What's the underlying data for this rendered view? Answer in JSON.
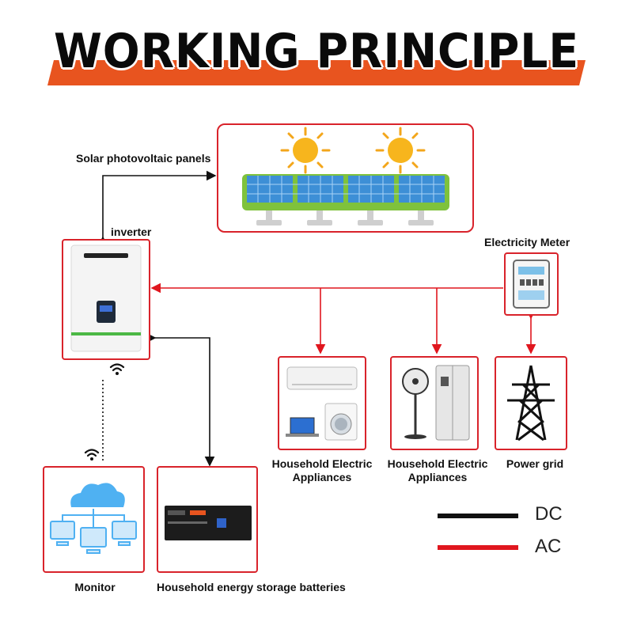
{
  "title": "WORKING PRINCIPLE",
  "labels": {
    "solar": "Solar photovoltaic panels",
    "inverter": "inverter",
    "meter": "Electricity Meter",
    "appliances1_line1": "Household Electric",
    "appliances1_line2": "Appliances",
    "appliances2_line1": "Household Electric",
    "appliances2_line2": "Appliances",
    "grid": "Power grid",
    "monitor": "Monitor",
    "batteries": "Household energy storage batteries"
  },
  "legend": [
    {
      "label": "DC",
      "color": "#111111"
    },
    {
      "label": "AC",
      "color": "#e0161e"
    }
  ],
  "colors": {
    "accent": "#e8541f",
    "box_border": "#d9232b",
    "ac_line": "#e0161e",
    "dc_line": "#111111"
  },
  "icons": [
    "sun-icon",
    "solar-panel-icon",
    "inverter-icon",
    "meter-icon",
    "air-conditioner-icon",
    "laptop-icon",
    "washing-machine-icon",
    "fan-icon",
    "refrigerator-icon",
    "transmission-tower-icon",
    "cloud-icon",
    "computer-icon",
    "battery-icon",
    "wifi-icon"
  ]
}
